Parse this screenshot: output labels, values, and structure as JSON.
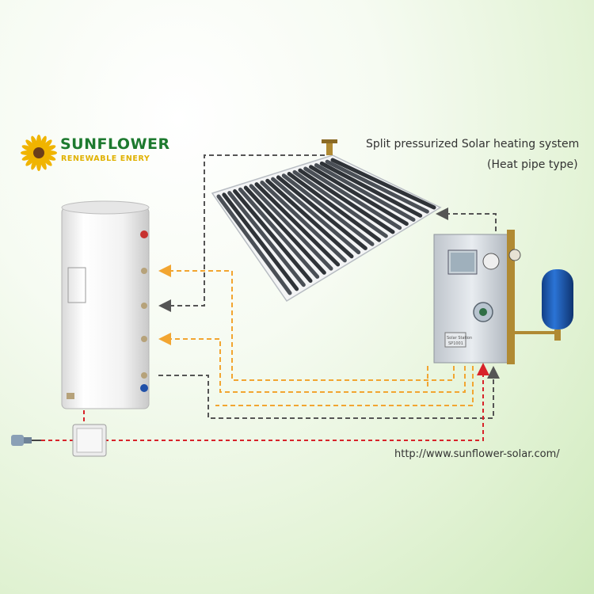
{
  "title": {
    "line1": "Split pressurized Solar heating system",
    "line2": "(Heat pipe type)"
  },
  "logo": {
    "brand": "SUNFLOWER",
    "tagline": "RENEWABLE ENERY"
  },
  "website": "http://www.sunflower-solar.com/",
  "station_labels": {
    "panel_text": "Solar Station",
    "panel_model": "SP1001"
  },
  "colors": {
    "hot_flow": "#f2a531",
    "cold_return": "#555555",
    "electric": "#d8232a",
    "brand_green": "#1d7a2f",
    "brand_yellow": "#e0b100",
    "expansion_vessel": "#1f5fb8"
  },
  "icons": [
    "sunflower-icon",
    "plug-icon",
    "junction-box-icon",
    "expansion-vessel-icon",
    "pump-icon",
    "gauge-icon"
  ]
}
